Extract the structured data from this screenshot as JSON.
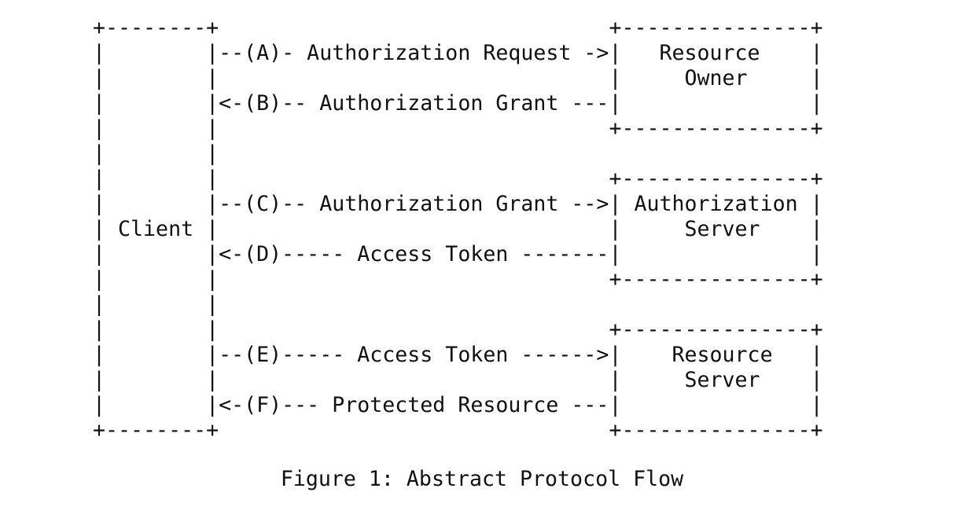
{
  "diagram": {
    "lines": [
      "+--------+                               +---------------+",
      "|        |--(A)- Authorization Request ->|   Resource    |",
      "|        |                               |     Owner     |",
      "|        |<-(B)-- Authorization Grant ---|               |",
      "|        |                               +---------------+",
      "|        |",
      "|        |                               +---------------+",
      "|        |--(C)-- Authorization Grant -->| Authorization |",
      "| Client |                               |     Server    |",
      "|        |<-(D)----- Access Token -------|               |",
      "|        |                               +---------------+",
      "|        |",
      "|        |                               +---------------+",
      "|        |--(E)----- Access Token ------>|    Resource   |",
      "|        |                               |     Server    |",
      "|        |<-(F)--- Protected Resource ---|               |",
      "+--------+                               +---------------+"
    ]
  },
  "caption": "Figure 1: Abstract Protocol Flow"
}
